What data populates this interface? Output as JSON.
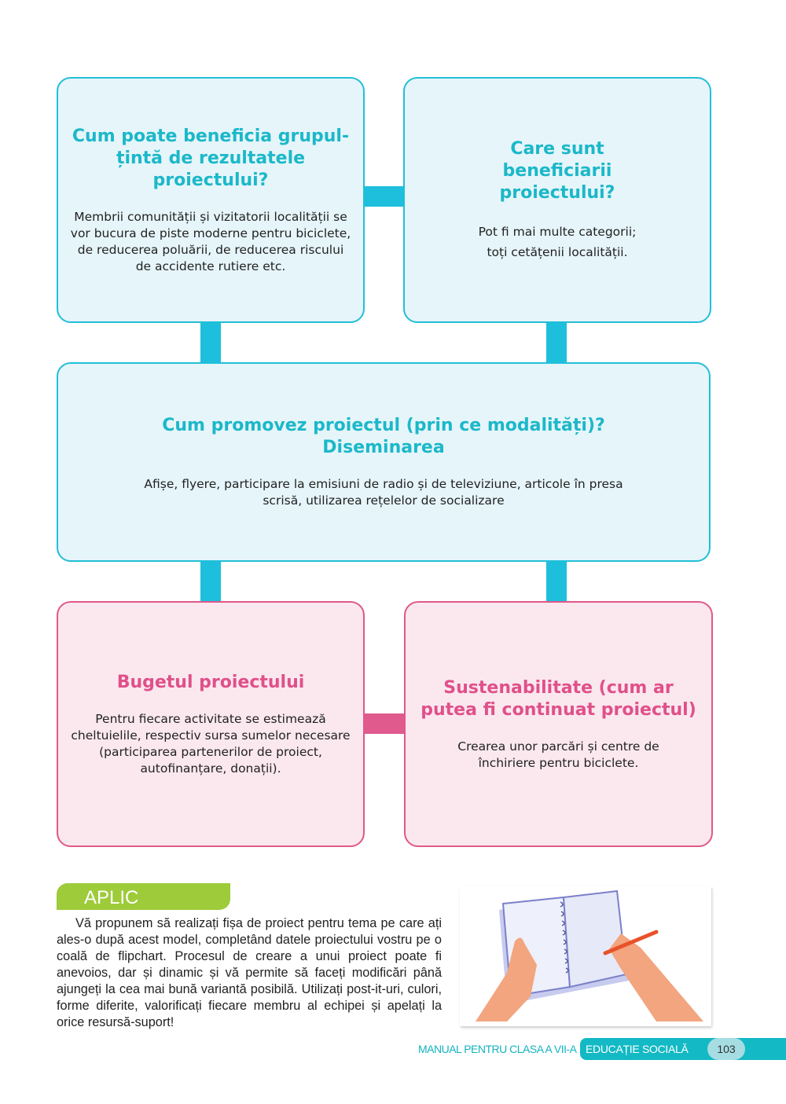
{
  "boxes": {
    "target_group": {
      "title": "Cum poate beneficia grupul-țintă de rezultatele proiectului?",
      "text": "Membrii comunității și vizitatorii localității se vor bucura de piste moderne pentru biciclete, de reducerea poluării, de reducerea riscului de accidente rutiere etc."
    },
    "beneficiaries": {
      "title": "Care sunt beneficiarii proiectului?",
      "text_lines": [
        "Pot fi mai multe categorii;",
        "toți cetățenii localității."
      ]
    },
    "dissemination": {
      "title_lines": [
        "Cum promovez proiectul (prin ce modalități)?",
        "Diseminarea"
      ],
      "text": "Afișe, flyere, participare la emisiuni de radio și de televiziune, articole în presa scrisă, utilizarea rețelelor de socializare"
    },
    "budget": {
      "title": "Bugetul proiectului",
      "text": "Pentru fiecare activitate se estimează cheltuielile, respectiv sursa sumelor necesare (participarea partenerilor de proiect, autofinanțare, donații)."
    },
    "sustainability": {
      "title": "Sustenabilitate (cum ar putea fi continuat proiectul)",
      "text": "Crearea unor parcări și centre de închiriere pentru biciclete."
    }
  },
  "aplic": {
    "heading": "APLIC",
    "paragraph": "Vă propunem să realizați fișa de proiect pentru tema pe care ați ales-o după acest model, completând datele proiectului vostru pe o coală de flipchart. Procesul de creare a unui proiect poate fi anevoios, dar și dinamic și vă permite să faceți modificări până ajungeți la cea mai bună variantă posibilă. Utilizați post-it-uri, culori, forme diferite, valorificați fiecare membru al echipei și apelați la orice resursă-suport!"
  },
  "footer": {
    "manual": "MANUAL PENTRU CLASA A VII-A",
    "subject": "EDUCAȚIE SOCIALĂ",
    "page": "103"
  },
  "colors": {
    "cyan": "#1bb8c9",
    "pink": "#e0508a",
    "green": "#9dcb3a"
  }
}
